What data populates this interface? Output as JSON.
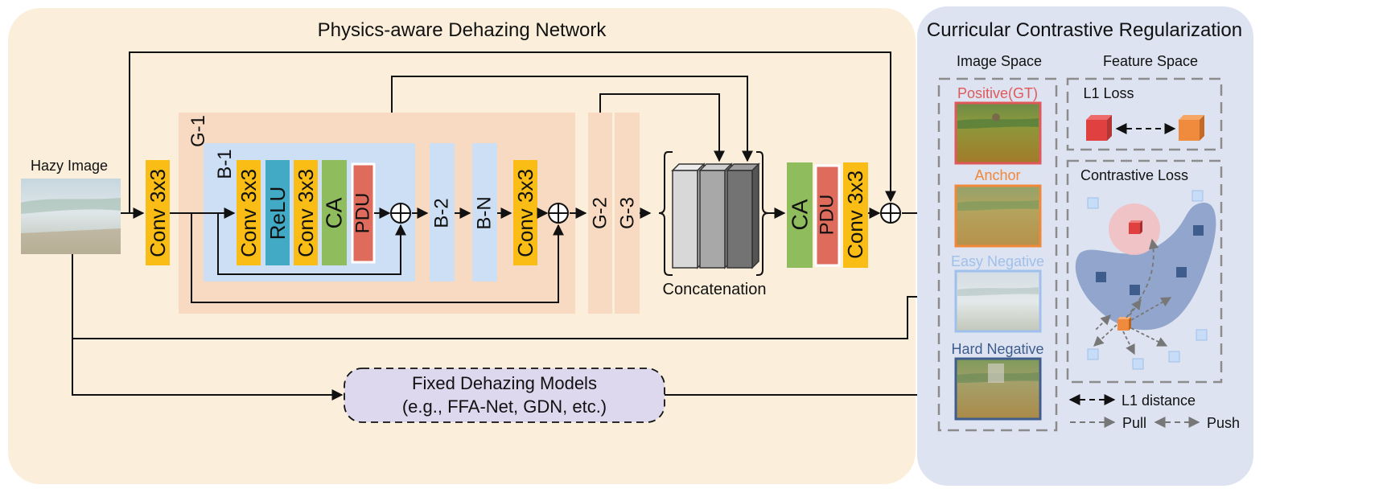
{
  "left_panel": {
    "title": "Physics-aware Dehazing Network",
    "hazy_image_label": "Hazy Image",
    "entry_conv": "Conv 3x3",
    "group1": {
      "label": "G-1",
      "block1_label": "B-1",
      "layers": [
        "Conv 3x3",
        "ReLU",
        "Conv 3x3",
        "CA",
        "PDU"
      ],
      "block2_label": "B-2",
      "blockN_label": "B-N",
      "exit_conv": "Conv 3x3"
    },
    "group2_label": "G-2",
    "group3_label": "G-3",
    "concat_label": "Concatenation",
    "tail_layers": [
      "CA",
      "PDU",
      "Conv 3x3"
    ],
    "fixed_models_line1": "Fixed Dehazing Models",
    "fixed_models_line2": "(e.g., FFA-Net, GDN, etc.)"
  },
  "right_panel": {
    "title": "Curricular Contrastive Regularization",
    "image_space_label": "Image Space",
    "feature_space_label": "Feature Space",
    "samples": [
      {
        "label": "Positive(GT)",
        "color": "#e0595a"
      },
      {
        "label": "Anchor",
        "color": "#f0883a"
      },
      {
        "label": "Easy Negative",
        "color": "#9fc0ec"
      },
      {
        "label": "Hard Negative",
        "color": "#3e5c8c"
      }
    ],
    "l1_loss_label": "L1 Loss",
    "contrastive_loss_label": "Contrastive Loss",
    "legend": {
      "l1_distance": "L1 distance",
      "pull": "Pull",
      "push": "Push"
    }
  },
  "colors": {
    "left_panel_bg": "#fbefdb",
    "right_panel_bg": "#dde3f1",
    "group_bg": "#f8d9c1",
    "block_bg": "#cddff5",
    "conv": "#f9bd15",
    "relu": "#43aac6",
    "ca": "#8fbc5c",
    "pdu": "#de6b5c",
    "fixed_models_bg": "#ddd8ee"
  }
}
